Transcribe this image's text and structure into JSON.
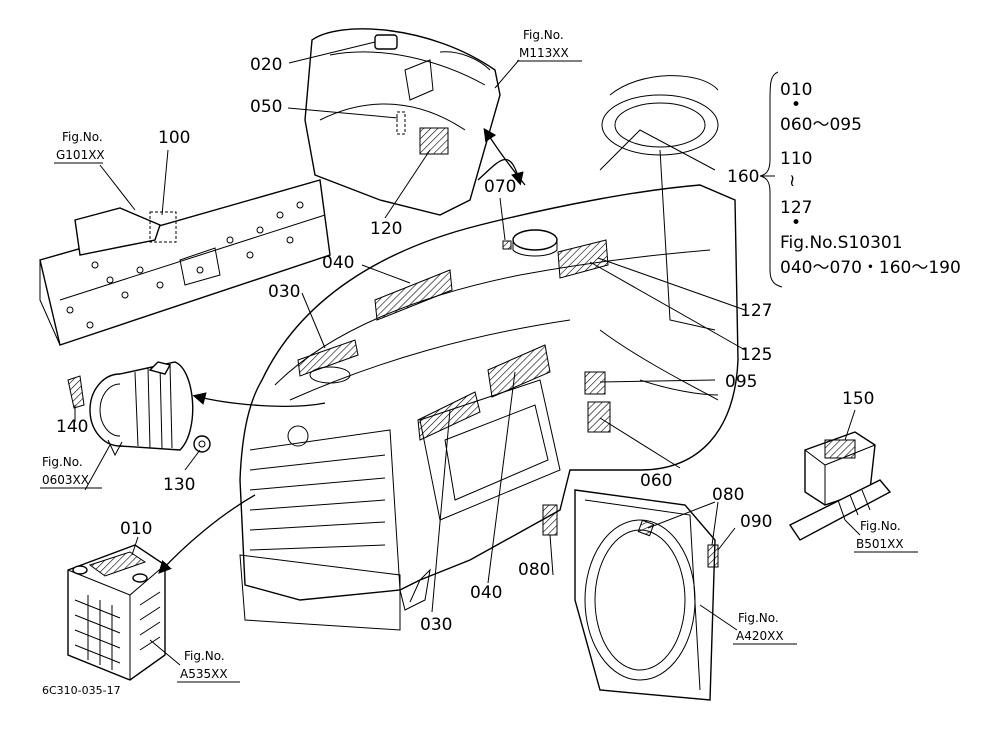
{
  "callouts": {
    "c020": "020",
    "c050": "050",
    "c100": "100",
    "c120": "120",
    "c070": "070",
    "c040_top": "040",
    "c030_top": "030",
    "c127": "127",
    "c125": "125",
    "c095": "095",
    "c140": "140",
    "c130": "130",
    "c060": "060",
    "c150": "150",
    "c080_right": "080",
    "c090": "090",
    "c010": "010",
    "c080_bottom": "080",
    "c040_bottom": "040",
    "c030_bottom": "030",
    "c160": "160"
  },
  "figures": {
    "m113": {
      "label": "Fig.No.",
      "code": "M113XX"
    },
    "g101": {
      "label": "Fig.No.",
      "code": "G101XX"
    },
    "f0603": {
      "label": "Fig.No.",
      "code": "0603XX"
    },
    "b501": {
      "label": "Fig.No.",
      "code": "B501XX"
    },
    "a420": {
      "label": "Fig.No.",
      "code": "A420XX"
    },
    "a535": {
      "label": "Fig.No.",
      "code": "A535XX"
    }
  },
  "brace_list": {
    "line1": "010",
    "dot1": "•",
    "line2": "060～095",
    "line3": "110",
    "tilde": "≀",
    "line4": "127",
    "dot2": "•",
    "line5": "Fig.No.S10301",
    "line6": "040～070・160～190"
  },
  "drawing_code": "6C310-035-17"
}
